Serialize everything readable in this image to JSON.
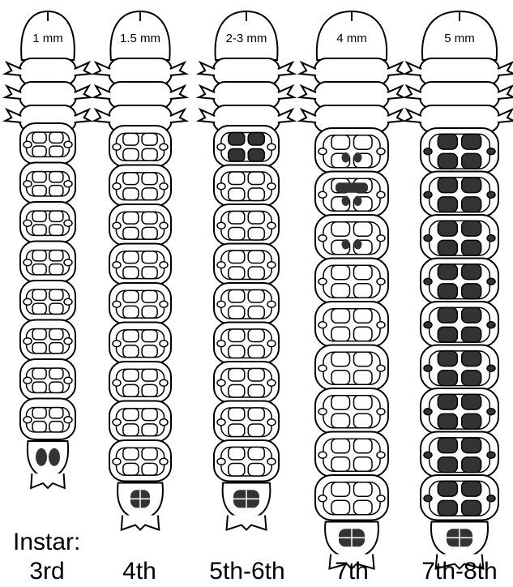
{
  "caption": {
    "title": "Instar:"
  },
  "larvae": [
    {
      "size": "1 mm",
      "instar": "3rd",
      "body_segments": 8,
      "pattern": "blank",
      "anal_plate": "two-spots",
      "pseudopods": true
    },
    {
      "size": "1.5 mm",
      "instar": "4th",
      "body_segments": 9,
      "pattern": "blank",
      "anal_plate": "cross",
      "pseudopods": true
    },
    {
      "size": "2-3 mm",
      "instar": "5th-6th",
      "body_segments": 9,
      "pattern": "first-dark",
      "anal_plate": "dark-cross",
      "pseudopods": true
    },
    {
      "size": "4 mm",
      "instar": "7th",
      "body_segments": 9,
      "pattern": "partial",
      "anal_plate": "dark-cross",
      "pseudopods": true
    },
    {
      "size": "5 mm",
      "instar": "7th-8th",
      "body_segments": 9,
      "pattern": "dark",
      "anal_plate": "dark-cross",
      "pseudopods": true
    }
  ],
  "colors": {
    "stroke": "#000000",
    "dark_fill": "#333333",
    "background": "#ffffff"
  }
}
